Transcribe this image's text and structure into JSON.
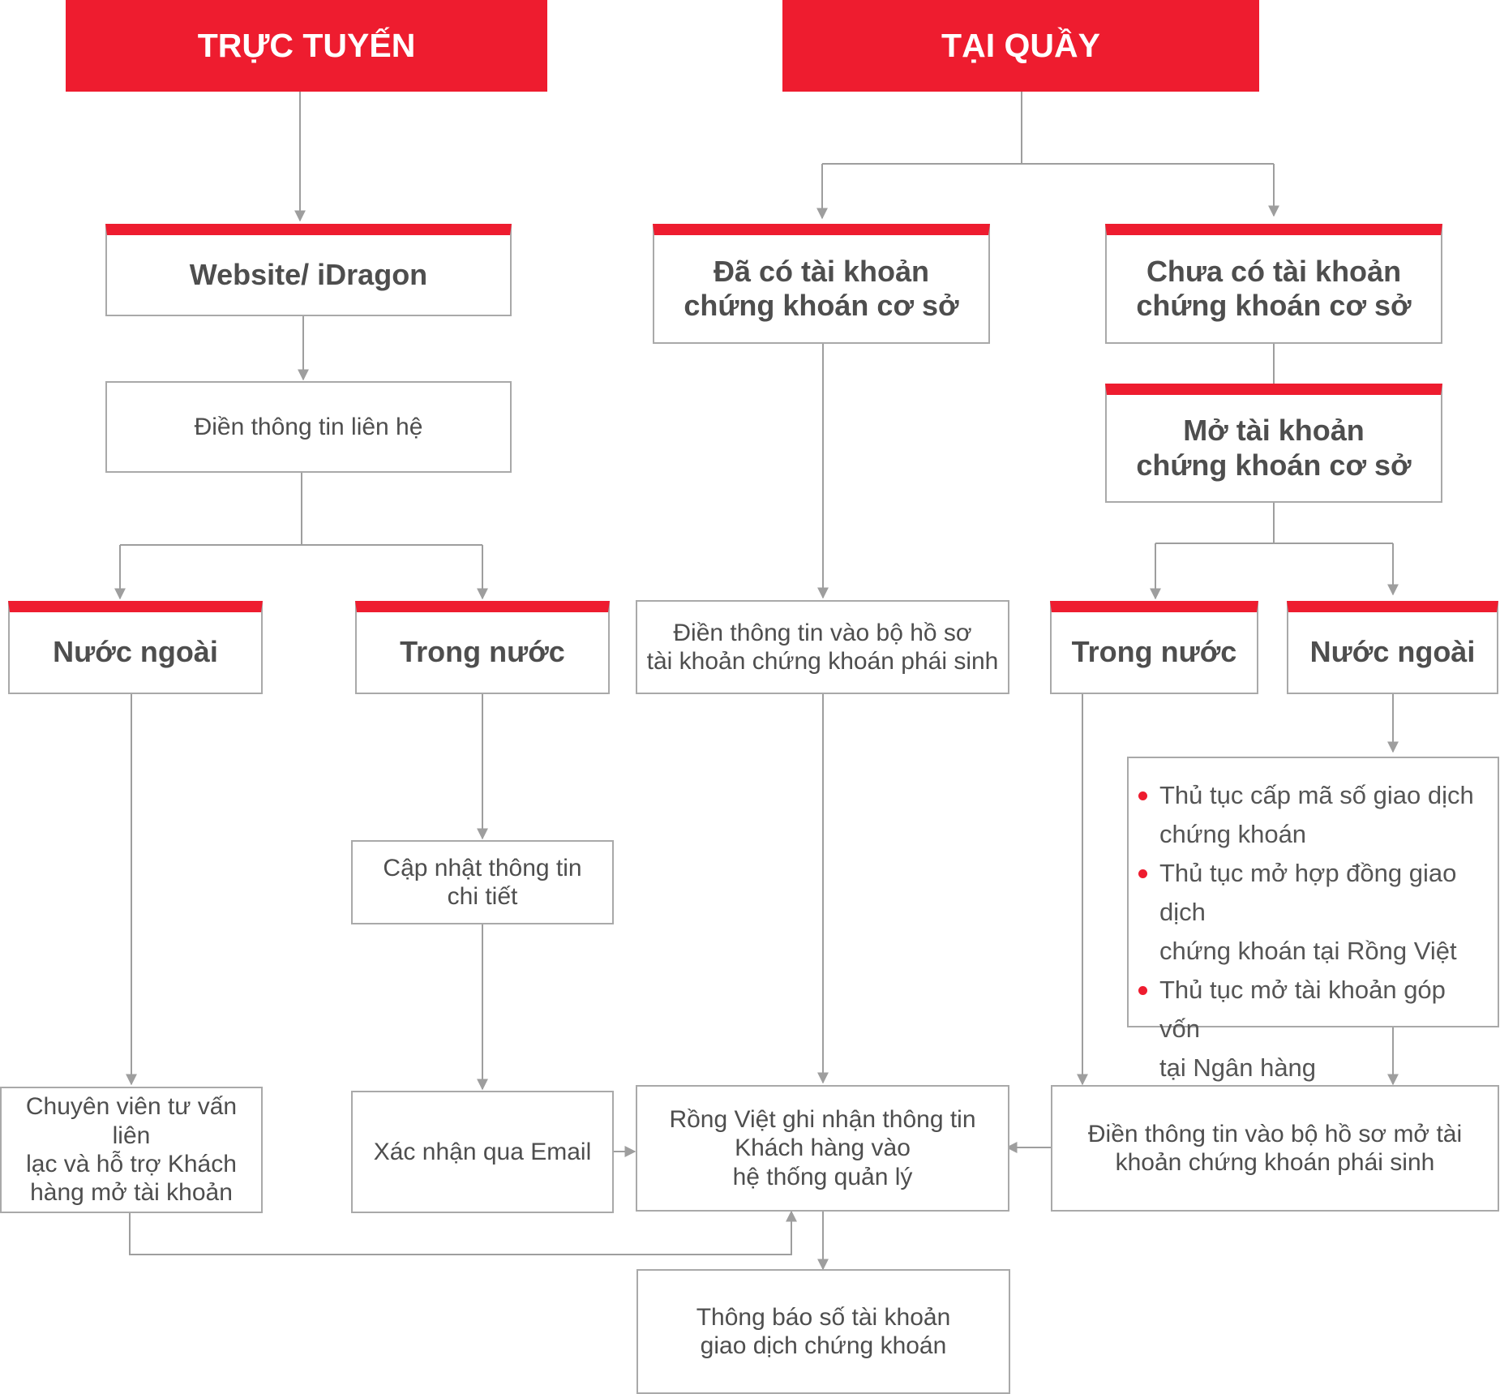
{
  "colors": {
    "accent": "#ee1c2f",
    "border": "#a9a9a9",
    "line": "#9e9e9e",
    "text": "#4e4e4e"
  },
  "headers": {
    "online": "TRỰC TUYẾN",
    "counter": "TẠI QUẦY"
  },
  "nodes": {
    "website": "Website/ iDragon",
    "fill_contact": "Điền thông tin liên hệ",
    "foreign_left": "Nước ngoài",
    "domestic_left": "Trong nước",
    "update_details": "Cập nhật thông tin\nchi tiết",
    "confirm_email": "Xác nhận qua Email",
    "advisor_support": "Chuyên viên tư vấn liên\nlạc và hỗ trợ Khách\nhàng mở tài khoản",
    "has_account": "Đã có tài khoản\nchứng khoán cơ sở",
    "fill_derivative_profile": "Điền thông tin vào bộ hồ sơ\ntài khoản chứng khoán phái sinh",
    "rongviet_record": "Rồng Việt ghi nhận thông tin\nKhách hàng vào\nhệ thống quản lý",
    "notify_account": "Thông báo số tài khoản\ngiao dịch chứng khoán",
    "no_account": "Chưa có tài khoản\nchứng khoán cơ sở",
    "open_account": "Mở tài khoản\nchứng khoán cơ sở",
    "domestic_right": "Trong nước",
    "foreign_right": "Nước ngoài",
    "fill_open_derivative": "Điền thông tin vào bộ hồ sơ mở tài\nkhoản chứng khoán phái sinh"
  },
  "procedures": [
    "Thủ tục cấp mã số giao dịch\nchứng khoán",
    "Thủ tục mở hợp đồng giao dịch\nchứng khoán tại Rồng Việt",
    "Thủ tục mở tài khoản góp vốn\ntại Ngân hàng"
  ]
}
